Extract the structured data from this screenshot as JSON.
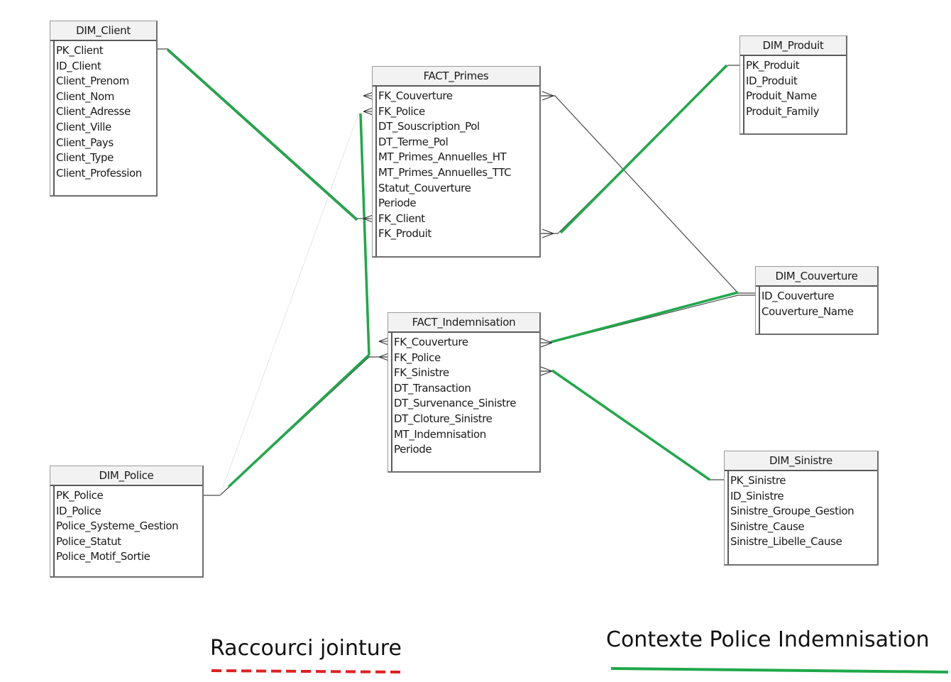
{
  "tables": [
    {
      "id": "dim_client",
      "name": "DIM_Client",
      "fields": [
        "PK_Client",
        "ID_Client",
        "Client_Prenom",
        "Client_Nom",
        "Client_Adresse",
        "Client_Ville",
        "Client_Pays",
        "Client_Type",
        "Client_Profession"
      ]
    },
    {
      "id": "fact_primes",
      "name": "FACT_Primes",
      "fields": [
        "FK_Couverture",
        "FK_Police",
        "DT_Souscription_Pol",
        "DT_Terme_Pol",
        "MT_Primes_Annuelles_HT",
        "MT_Primes_Annuelles_TTC",
        "Statut_Couverture",
        "Periode",
        "FK_Client",
        "FK_Produit"
      ]
    },
    {
      "id": "dim_produit",
      "name": "DIM_Produit",
      "fields": [
        "PK_Produit",
        "ID_Produit",
        "Produit_Name",
        "Produit_Family"
      ]
    },
    {
      "id": "dim_couverture",
      "name": "DIM_Couverture",
      "fields": [
        "ID_Couverture",
        "Couverture_Name"
      ]
    },
    {
      "id": "fact_indemnisation",
      "name": "FACT_Indemnisation",
      "fields": [
        "FK_Couverture",
        "FK_Police",
        "FK_Sinistre",
        "DT_Transaction",
        "DT_Survenance_Sinistre",
        "DT_Cloture_Sinistre",
        "MT_Indemnisation",
        "Periode"
      ]
    },
    {
      "id": "dim_police",
      "name": "DIM_Police",
      "fields": [
        "PK_Police",
        "ID_Police",
        "Police_Systeme_Gestion",
        "Police_Statut",
        "Police_Motif_Sortie"
      ]
    },
    {
      "id": "dim_sinistre",
      "name": "DIM_Sinistre",
      "fields": [
        "PK_Sinistre",
        "ID_Sinistre",
        "Sinistre_Groupe_Gestion",
        "Sinistre_Cause",
        "Sinistre_Libelle_Cause"
      ]
    }
  ],
  "legend": {
    "shortcut": {
      "label": "Raccourci jointure",
      "color": "#e02020",
      "style": "dashed"
    },
    "context": {
      "label": "Contexte Police Indemnisation",
      "color": "#1fa84a",
      "style": "solid"
    }
  },
  "colors": {
    "join_line": "#4a4a4a",
    "context_line": "#1fa84a"
  }
}
